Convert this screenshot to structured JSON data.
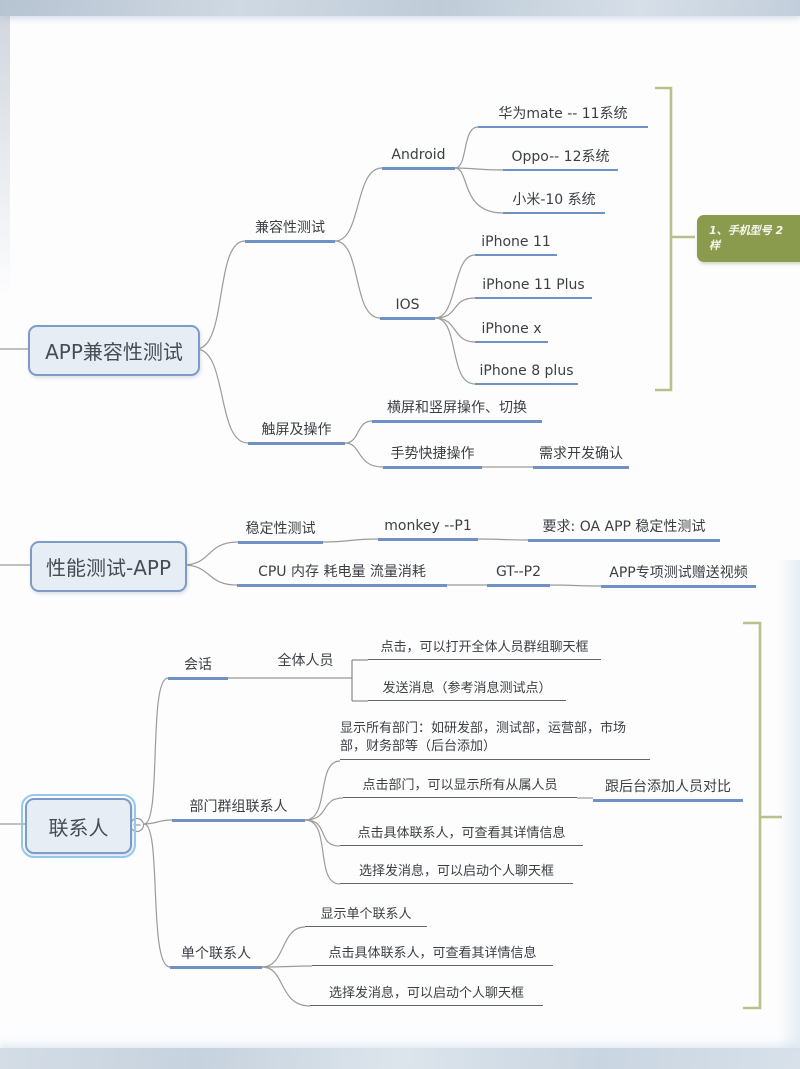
{
  "map_app_compat": {
    "root": "APP兼容性测试",
    "compat_branch": "兼容性测试",
    "android": "Android",
    "android_models": [
      "华为mate -- 11系统",
      "Oppo-- 12系统",
      "小米-10 系统"
    ],
    "ios": "IOS",
    "ios_models": [
      "iPhone 11",
      "iPhone 11 Plus",
      "iPhone x",
      "iPhone 8 plus"
    ],
    "summary_note": {
      "line1": "1、手机型号 2",
      "line2": "样"
    },
    "touch_branch": "触屏及操作",
    "touch_items": [
      "横屏和竖屏操作、切换",
      "手势快捷操作"
    ],
    "touch_confirm": "需求开发确认"
  },
  "map_perf": {
    "root": "性能测试-APP",
    "stability": "稳定性测试",
    "monkey": "monkey --P1",
    "requirement": "要求: OA APP  稳定性测试",
    "resources": "CPU  内存  耗电量  流量消耗",
    "gt": "GT--P2",
    "video": "APP专项测试赠送视频"
  },
  "map_contacts": {
    "root": "联系人",
    "session": "会话",
    "all_members": "全体人员",
    "all_members_items": [
      "点击，可以打开全体人员群组聊天框",
      "发送消息（参考消息测试点）"
    ],
    "dept_group": "部门群组联系人",
    "dept_items": [
      "显示所有部门：如研发部，测试部，运营部，市场部，财务部等（后台添加）",
      "点击部门，可以显示所有从属人员",
      "点击具体联系人，可查看其详情信息",
      "选择发消息，可以启动个人聊天框"
    ],
    "dept_compare": "跟后台添加人员对比",
    "single_contact": "单个联系人",
    "single_items": [
      "显示单个联系人",
      "点击具体联系人，可查看其详情信息",
      "选择发消息，可以启动个人聊天框"
    ]
  },
  "colors": {
    "branch_underline": "#6d92c3",
    "child_underline": "#61666b",
    "connector": "#9b9b9b",
    "summary_bracket": "#b9c08c",
    "note_background": "#8a9b4e",
    "root_fill": "#e7edf5",
    "root_border": "#7e9bc8",
    "selection_halo": "#93c9ee"
  }
}
